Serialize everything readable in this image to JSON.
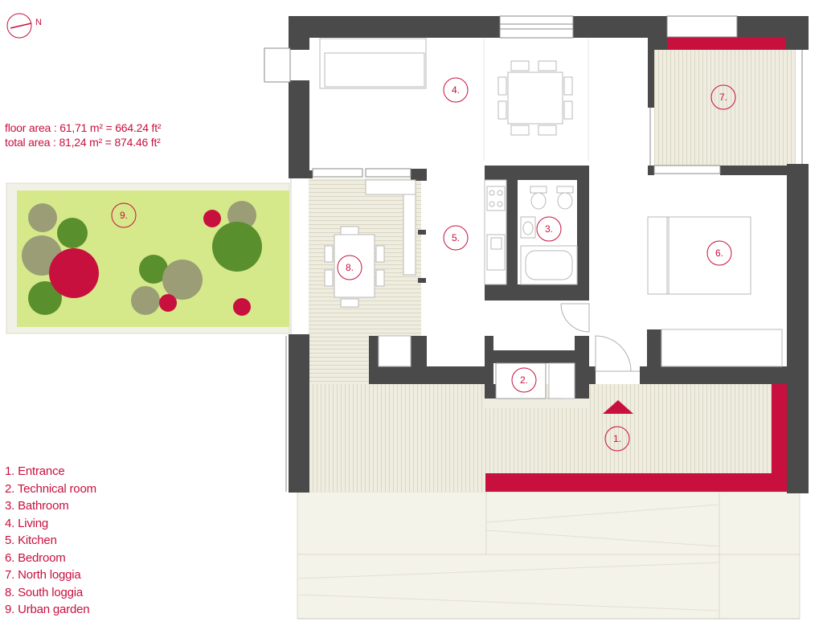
{
  "compass": {
    "letter": "N",
    "icon": "compass-north-icon"
  },
  "area": {
    "floor": "floor area : 61,71 m² = 664.24 ft²",
    "total": "total area : 81,24 m² = 874.46 ft²"
  },
  "rooms": [
    {
      "num": "1.",
      "name": "Entrance"
    },
    {
      "num": "2.",
      "name": "Technical room"
    },
    {
      "num": "3.",
      "name": "Bathroom"
    },
    {
      "num": "4.",
      "name": "Living"
    },
    {
      "num": "5.",
      "name": "Kitchen"
    },
    {
      "num": "6.",
      "name": "Bedroom"
    },
    {
      "num": "7.",
      "name": "North loggia"
    },
    {
      "num": "8.",
      "name": "South loggia"
    },
    {
      "num": "9.",
      "name": "Urban garden"
    }
  ],
  "legend": [
    "1. Entrance",
    "2. Technical room",
    "3. Bathroom",
    "4. Living",
    "5. Kitchen",
    "6. Bedroom",
    "7. North loggia",
    "8. South loggia",
    "9. Urban garden"
  ],
  "colors": {
    "accent": "#c8103e",
    "wall": "#4a4a4a",
    "deck": "#ece8d9",
    "garden": "#d6e98a",
    "tree_dark": "#5a8f2e",
    "tree_gray": "#9a9d76"
  }
}
